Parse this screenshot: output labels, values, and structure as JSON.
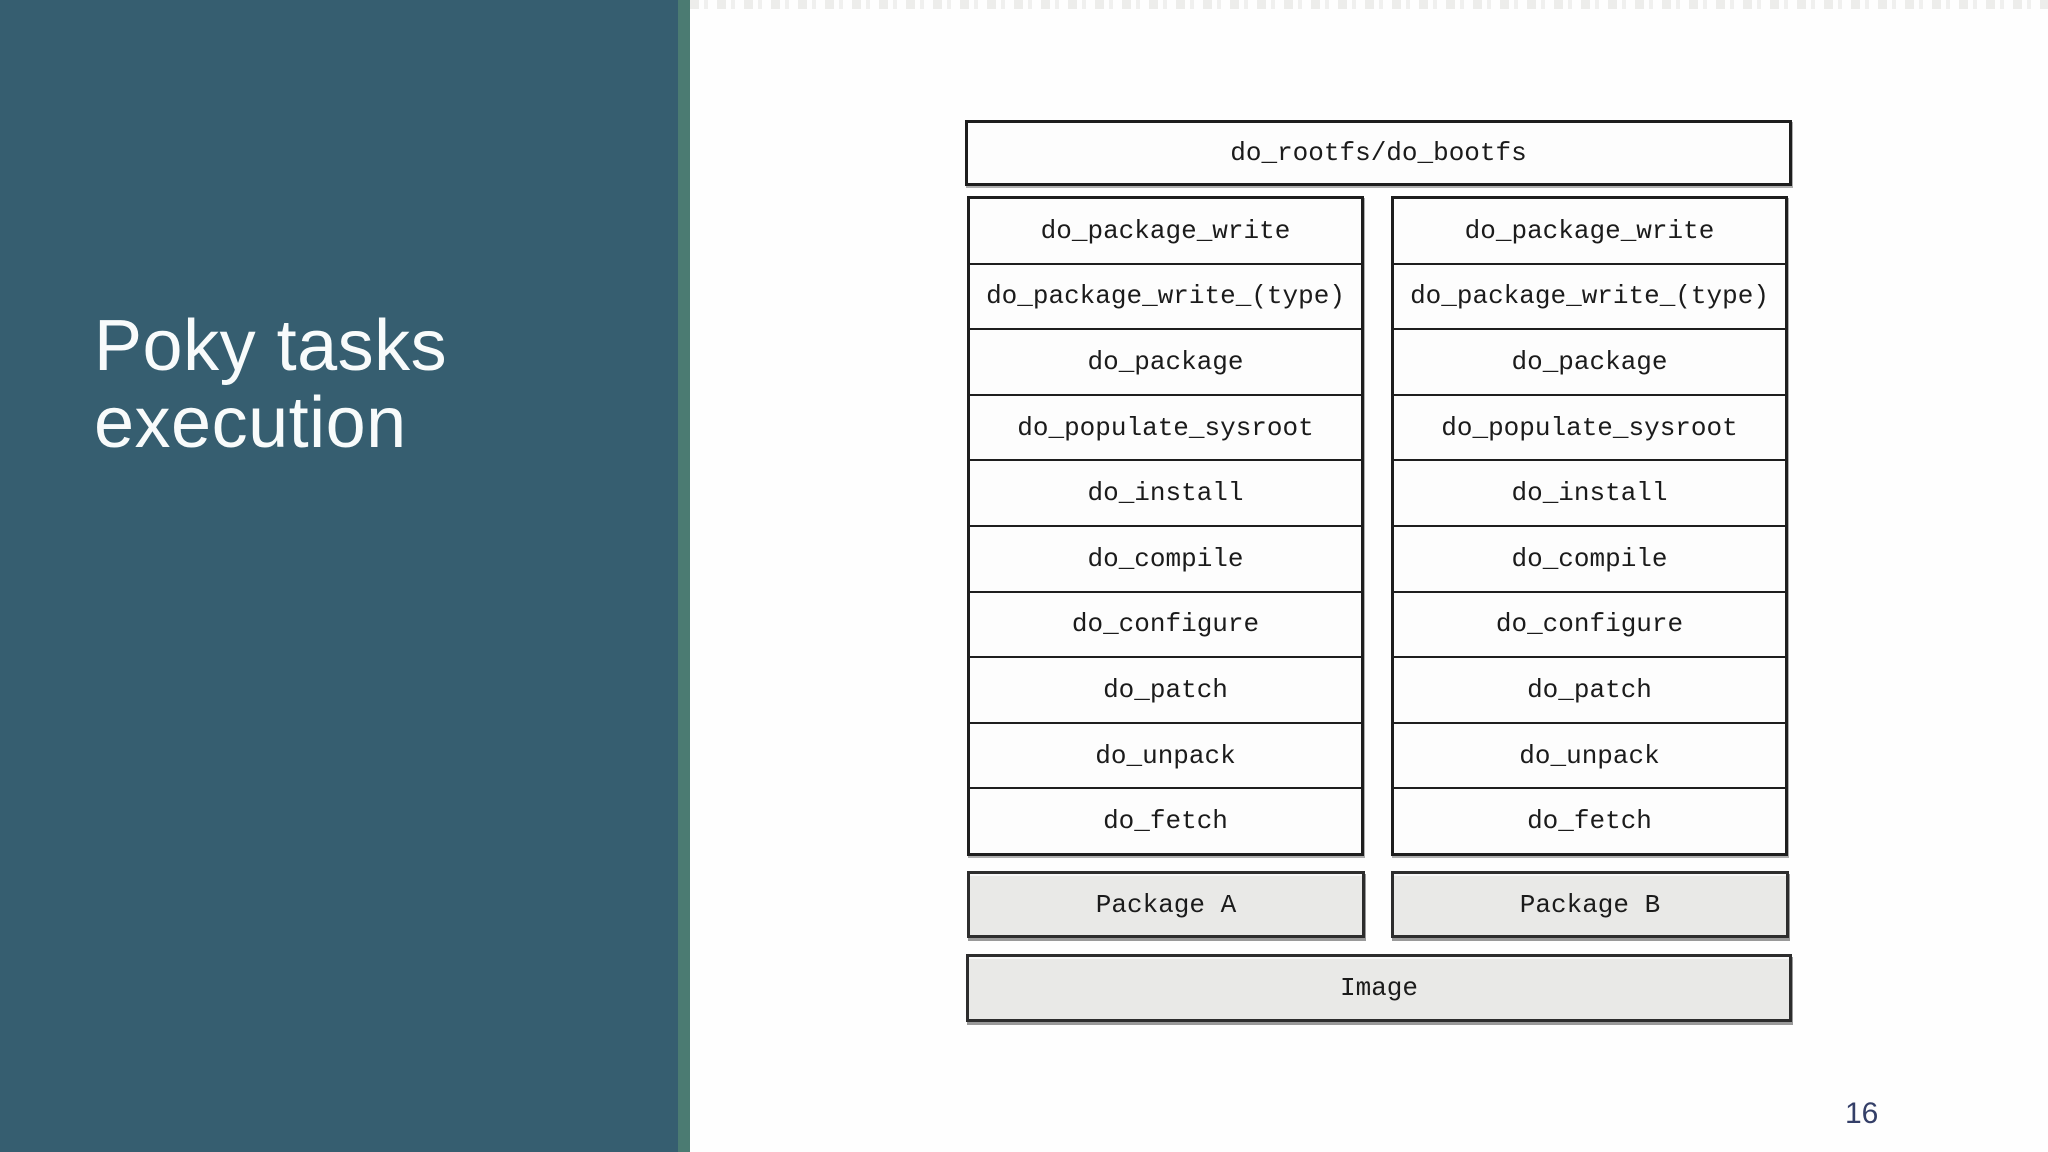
{
  "slide": {
    "title_line1": "Poky tasks",
    "title_line2": "execution",
    "page_number": "16"
  },
  "diagram": {
    "root_task": "do_rootfs/do_bootfs",
    "columns": [
      {
        "package": "Package A",
        "tasks": [
          "do_package_write",
          "do_package_write_(type)",
          "do_package",
          "do_populate_sysroot",
          "do_install",
          "do_compile",
          "do_configure",
          "do_patch",
          "do_unpack",
          "do_fetch"
        ]
      },
      {
        "package": "Package B",
        "tasks": [
          "do_package_write",
          "do_package_write_(type)",
          "do_package",
          "do_populate_sysroot",
          "do_install",
          "do_compile",
          "do_configure",
          "do_patch",
          "do_unpack",
          "do_fetch"
        ]
      }
    ],
    "image_label": "Image"
  },
  "colors": {
    "canvas_bg": "#fefefe",
    "sidebar_bg": "#365e70",
    "accent_strip": "#4b7b72",
    "title_text": "#f8fbfb",
    "box_bg": "#fdfdfd",
    "box_border": "#1e1e1e",
    "gray_box_bg": "#e9e9e7",
    "gray_box_border": "#2d2d2d",
    "diagram_text": "#1b1b1b",
    "page_number": "#343f68"
  }
}
